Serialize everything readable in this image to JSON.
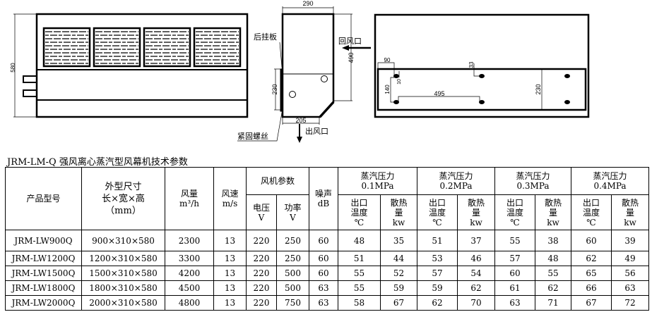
{
  "drawing": {
    "dimensions": {
      "height_total": "580",
      "depth": "290",
      "side_height": "490",
      "plate_height": "230",
      "outlet_width": "205",
      "hole_offset_x": "90",
      "hole_offset_top": "33",
      "hole_edge": "10",
      "hole_spacing_v": "140",
      "hole_spacing_h": "495",
      "plate_height_right": "230"
    },
    "labels": {
      "back_plate": "后挂板",
      "return_air": "回风口",
      "fastening_screw": "紧固螺丝",
      "air_outlet": "出风口"
    }
  },
  "table": {
    "title": "JRM-LM-Q 强风离心蒸汽型风幕机技术参数",
    "headers": {
      "model": "产品型号",
      "size": "外型尺寸\n长×宽×高\n（mm）",
      "airflow": "风量\nm³/h",
      "speed": "风速\nm/s",
      "fan_params": "风机参数",
      "voltage": "电压\nV",
      "power": "功率\nV",
      "noise": "噪声\ndB",
      "pressures": [
        "蒸汽压力\n0.1MPa",
        "蒸汽压力\n0.2MPa",
        "蒸汽压力\n0.3MPa",
        "蒸汽压力\n0.4MPa"
      ],
      "outlet_temp": "出口\n温度\n℃",
      "heat": "散热\n量\nkw"
    },
    "rows": [
      [
        "JRM-LW900Q",
        "900×310×580",
        "2300",
        "13",
        "220",
        "250",
        "60",
        "48",
        "35",
        "51",
        "37",
        "55",
        "38",
        "60",
        "39"
      ],
      [
        "JRM-LW1200Q",
        "1200×310×580",
        "3300",
        "13",
        "220",
        "250",
        "60",
        "51",
        "44",
        "53",
        "46",
        "57",
        "48",
        "62",
        "49"
      ],
      [
        "JRM-LW1500Q",
        "1500×310×580",
        "4200",
        "13",
        "220",
        "500",
        "60",
        "55",
        "52",
        "57",
        "54",
        "60",
        "55",
        "65",
        "56"
      ],
      [
        "JRM-LW1800Q",
        "1800×310×580",
        "4500",
        "13",
        "220",
        "500",
        "63",
        "55",
        "59",
        "59",
        "62",
        "61",
        "62",
        "66",
        "63"
      ],
      [
        "JRM-LW2000Q",
        "2000×310×580",
        "4800",
        "13",
        "220",
        "750",
        "63",
        "58",
        "67",
        "62",
        "70",
        "63",
        "71",
        "67",
        "72"
      ]
    ]
  }
}
